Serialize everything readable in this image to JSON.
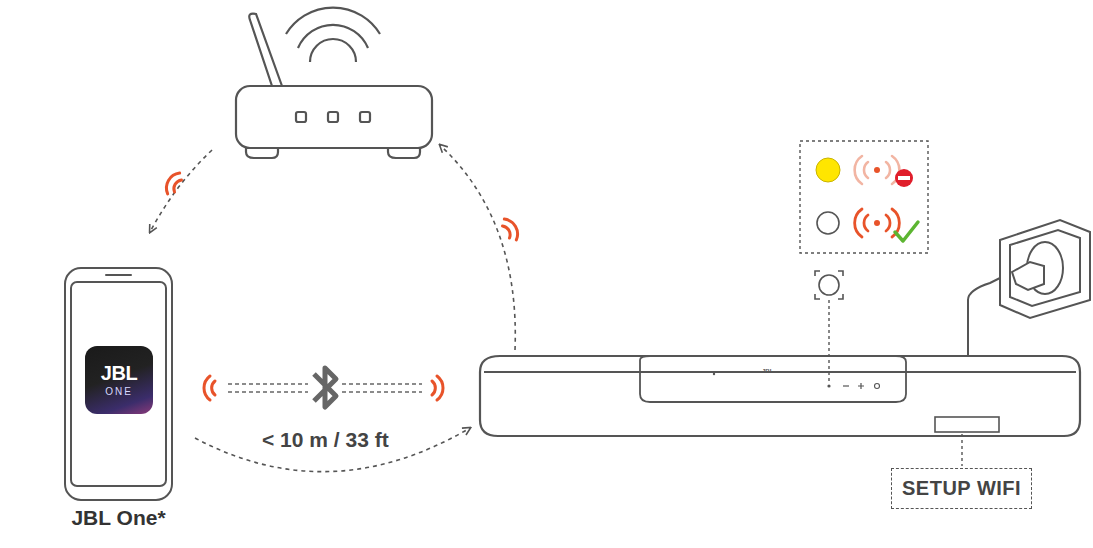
{
  "diagram": {
    "nodes": [
      {
        "text": [
          "JBL One*"
        ]
      },
      {
        "text": [
          "JBL",
          "ONE"
        ],
        "in": 0
      },
      {
        "text": [
          "SETUP WIFI"
        ]
      }
    ],
    "edges": [],
    "labels": [
      "< 10 m / 33 ft",
      "JBL"
    ]
  }
}
